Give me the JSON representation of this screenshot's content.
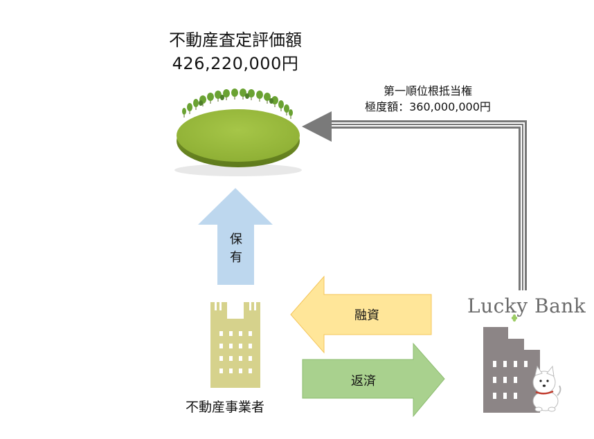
{
  "land": {
    "title": "不動産査定評価額",
    "value": "426,220,000円"
  },
  "mortgage": {
    "line1": "第一順位根抵当権",
    "line2": "極度額：360,000,000円"
  },
  "ownership_label": {
    "char1": "保",
    "char2": "有"
  },
  "financing_label": "融資",
  "repayment_label": "返済",
  "owner_label": "不動産事業者",
  "bank": {
    "name": "Lucky Bank"
  },
  "colors": {
    "up_arrow": "#bdd7ee",
    "financing_arrow": "#ffe699",
    "repayment_arrow": "#a9d18e",
    "owner_building": "#d6d28c",
    "bank_building": "#8c8586",
    "land": "#9bbd3e",
    "mortgage_arrow": "#7a7a7a"
  }
}
